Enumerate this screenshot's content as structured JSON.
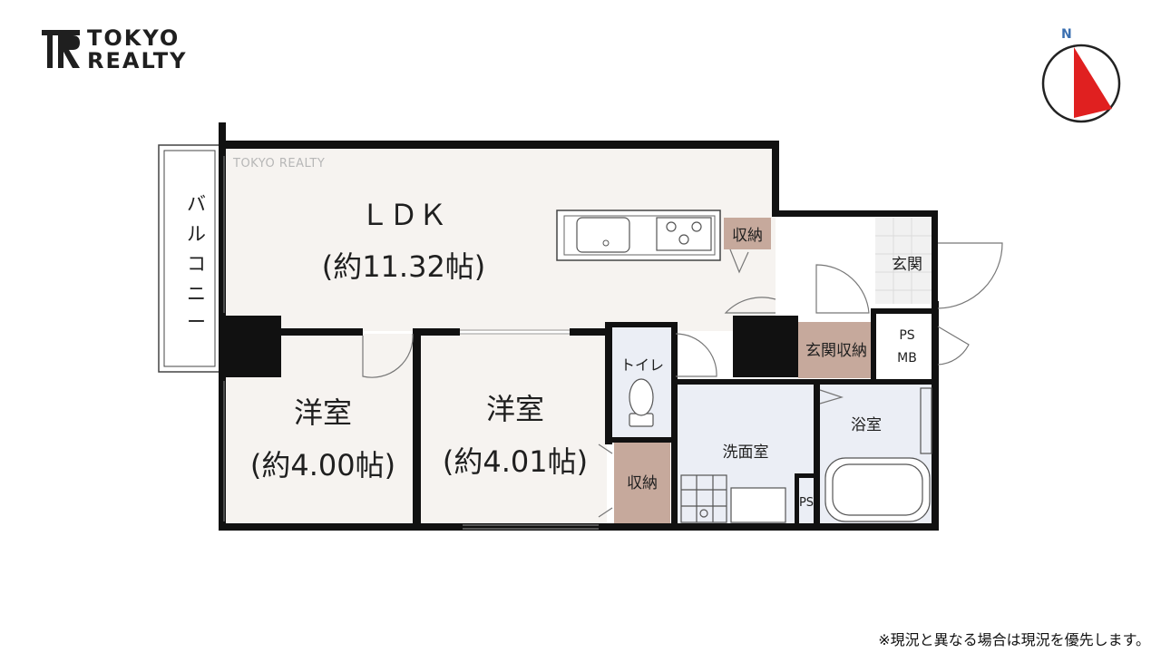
{
  "brand": {
    "line1": "TOKYO",
    "line2": "REALTY"
  },
  "compass": {
    "label": "N",
    "needle_color": "#e02020",
    "label_color": "#3a6fb0"
  },
  "watermark": "TOKYO REALTY",
  "rooms": {
    "balcony": "バルコニー",
    "ldk": {
      "name": "ＬＤＫ",
      "area": "(約11.32帖)"
    },
    "bedroom1": {
      "name": "洋室",
      "area": "(約4.00帖)"
    },
    "bedroom2": {
      "name": "洋室",
      "area": "(約4.01帖)"
    },
    "storage_kitchen": "収納",
    "storage_room": "収納",
    "genkan": "玄関",
    "genkan_storage": "玄関収納",
    "ps_mb": {
      "line1": "PS",
      "line2": "MB"
    },
    "toilet": "トイレ",
    "washroom": "洗面室",
    "bath": "浴室",
    "ps": "PS"
  },
  "colors": {
    "wall": "#111111",
    "floor_warm": "#f6f3f0",
    "floor_wet": "#ebeef5",
    "storage": "#c6a99c"
  },
  "footer_note": "※現況と異なる場合は現況を優先します。"
}
